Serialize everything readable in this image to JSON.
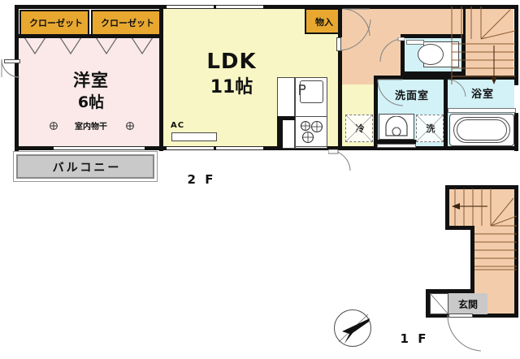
{
  "plan": {
    "title_2f": "2 F",
    "title_1f": "1 F"
  },
  "floor2": {
    "rooms": [
      {
        "name": "western-room",
        "label": "洋室",
        "size": "6帖"
      },
      {
        "name": "ldk",
        "label": "LDK",
        "size": "11帖"
      },
      {
        "name": "washroom",
        "label": "洗面室"
      },
      {
        "name": "bathroom",
        "label": "浴室"
      }
    ],
    "closets": [
      {
        "label": "クローゼット"
      },
      {
        "label": "クローゼット"
      }
    ],
    "storage": {
      "label": "物入"
    },
    "balcony": {
      "label": "バルコニー"
    },
    "drying_rack": {
      "label": "室内物干"
    },
    "appliances": [
      {
        "name": "refrigerator",
        "label": "冷"
      },
      {
        "name": "washing-machine",
        "label": "洗"
      }
    ],
    "ac": {
      "label": "AC"
    }
  },
  "floor1": {
    "entrance": {
      "label": "玄関"
    }
  },
  "colors": {
    "room_pink": "#fbe9e9",
    "ldk_yellow": "#f8f6c4",
    "water_cyan": "#d2f2f7",
    "stair_peach": "#f3cdab",
    "closet_amber": "#e8a830",
    "balcony_grey": "#c9c9c9",
    "wall_black": "#111111"
  }
}
